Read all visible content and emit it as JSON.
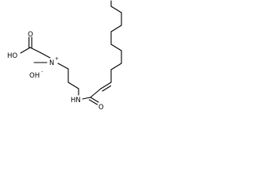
{
  "atoms": {
    "carbonyl_o_acid": "O",
    "hydroxyl": "HO",
    "ammonium_n": "N",
    "ammonium_charge": "+",
    "hydroxide": "OH",
    "hydroxide_charge": "-",
    "amide_nh": "HN",
    "amide_o": "O"
  }
}
